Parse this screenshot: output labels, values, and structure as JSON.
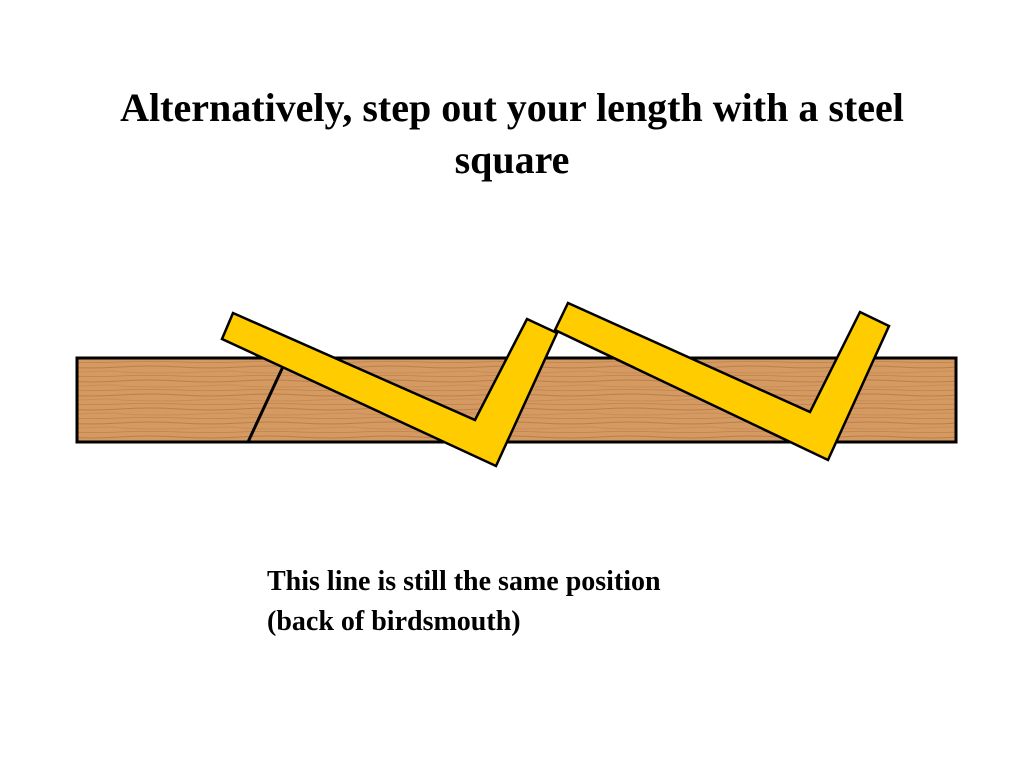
{
  "slide": {
    "title": "Alternatively, step out your length with a steel square",
    "caption": {
      "line1": "This line is still the same position",
      "line2": "(back of birdsmouth)"
    }
  },
  "colors": {
    "background": "#ffffff",
    "board_wood": "#d49a62",
    "wood_grain": "#b0733d",
    "steel_square": "#ffcc00",
    "outline": "#000000"
  },
  "diagram": {
    "elements": [
      "wooden-board",
      "birdsmouth-line",
      "steel-square-first-position",
      "steel-square-second-position"
    ]
  }
}
